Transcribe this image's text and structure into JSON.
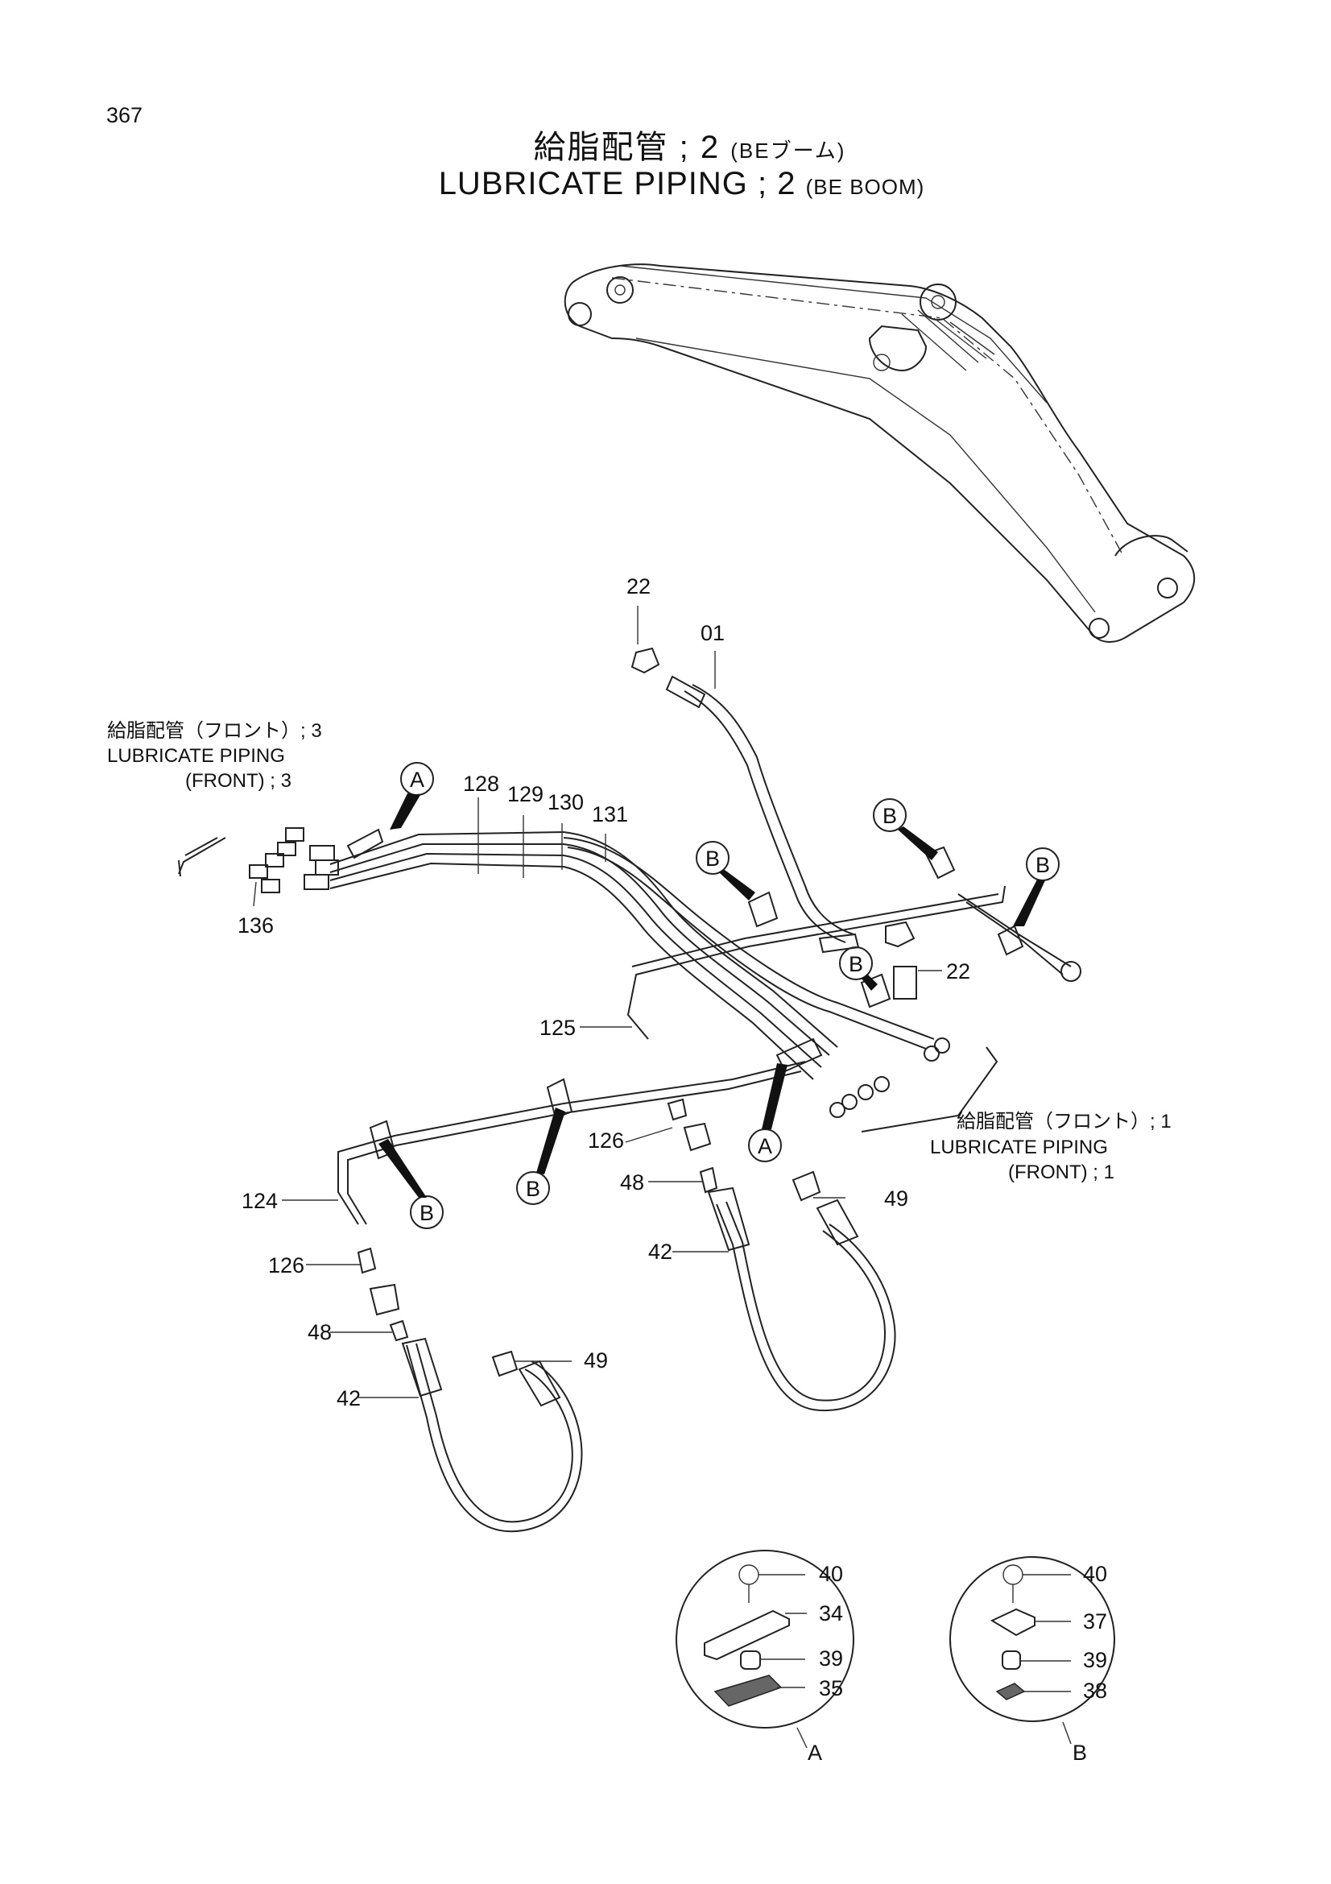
{
  "page_number": "367",
  "title": {
    "jp_main": "給脂配管 ; 2",
    "jp_sub": "(BEブーム)",
    "en_main": "LUBRICATE  PIPING  ; 2",
    "en_sub": "(BE  BOOM)"
  },
  "notes": {
    "front3": {
      "jp": "給脂配管（フロント）; 3",
      "en1": "LUBRICATE  PIPING",
      "en2": "(FRONT)  ; 3"
    },
    "front1": {
      "jp": "給脂配管（フロント）; 1",
      "en1": "LUBRICATE  PIPING",
      "en2": "(FRONT)  ; 1"
    }
  },
  "parts": {
    "p22a": "22",
    "p01": "01",
    "p128": "128",
    "p129": "129",
    "p130": "130",
    "p131": "131",
    "p136": "136",
    "p22b": "22",
    "p125": "125",
    "p126a": "126",
    "p48a": "48",
    "p49a": "49",
    "p42a": "42",
    "p124": "124",
    "p126b": "126",
    "p48b": "48",
    "p49b": "49",
    "p42b": "42",
    "d40a": "40",
    "d34": "34",
    "d39a": "39",
    "d35": "35",
    "d40b": "40",
    "d37": "37",
    "d39b": "39",
    "d38": "38"
  },
  "callouts": {
    "A": "A",
    "B": "B"
  },
  "detail_labels": {
    "A": "A",
    "B": "B"
  }
}
